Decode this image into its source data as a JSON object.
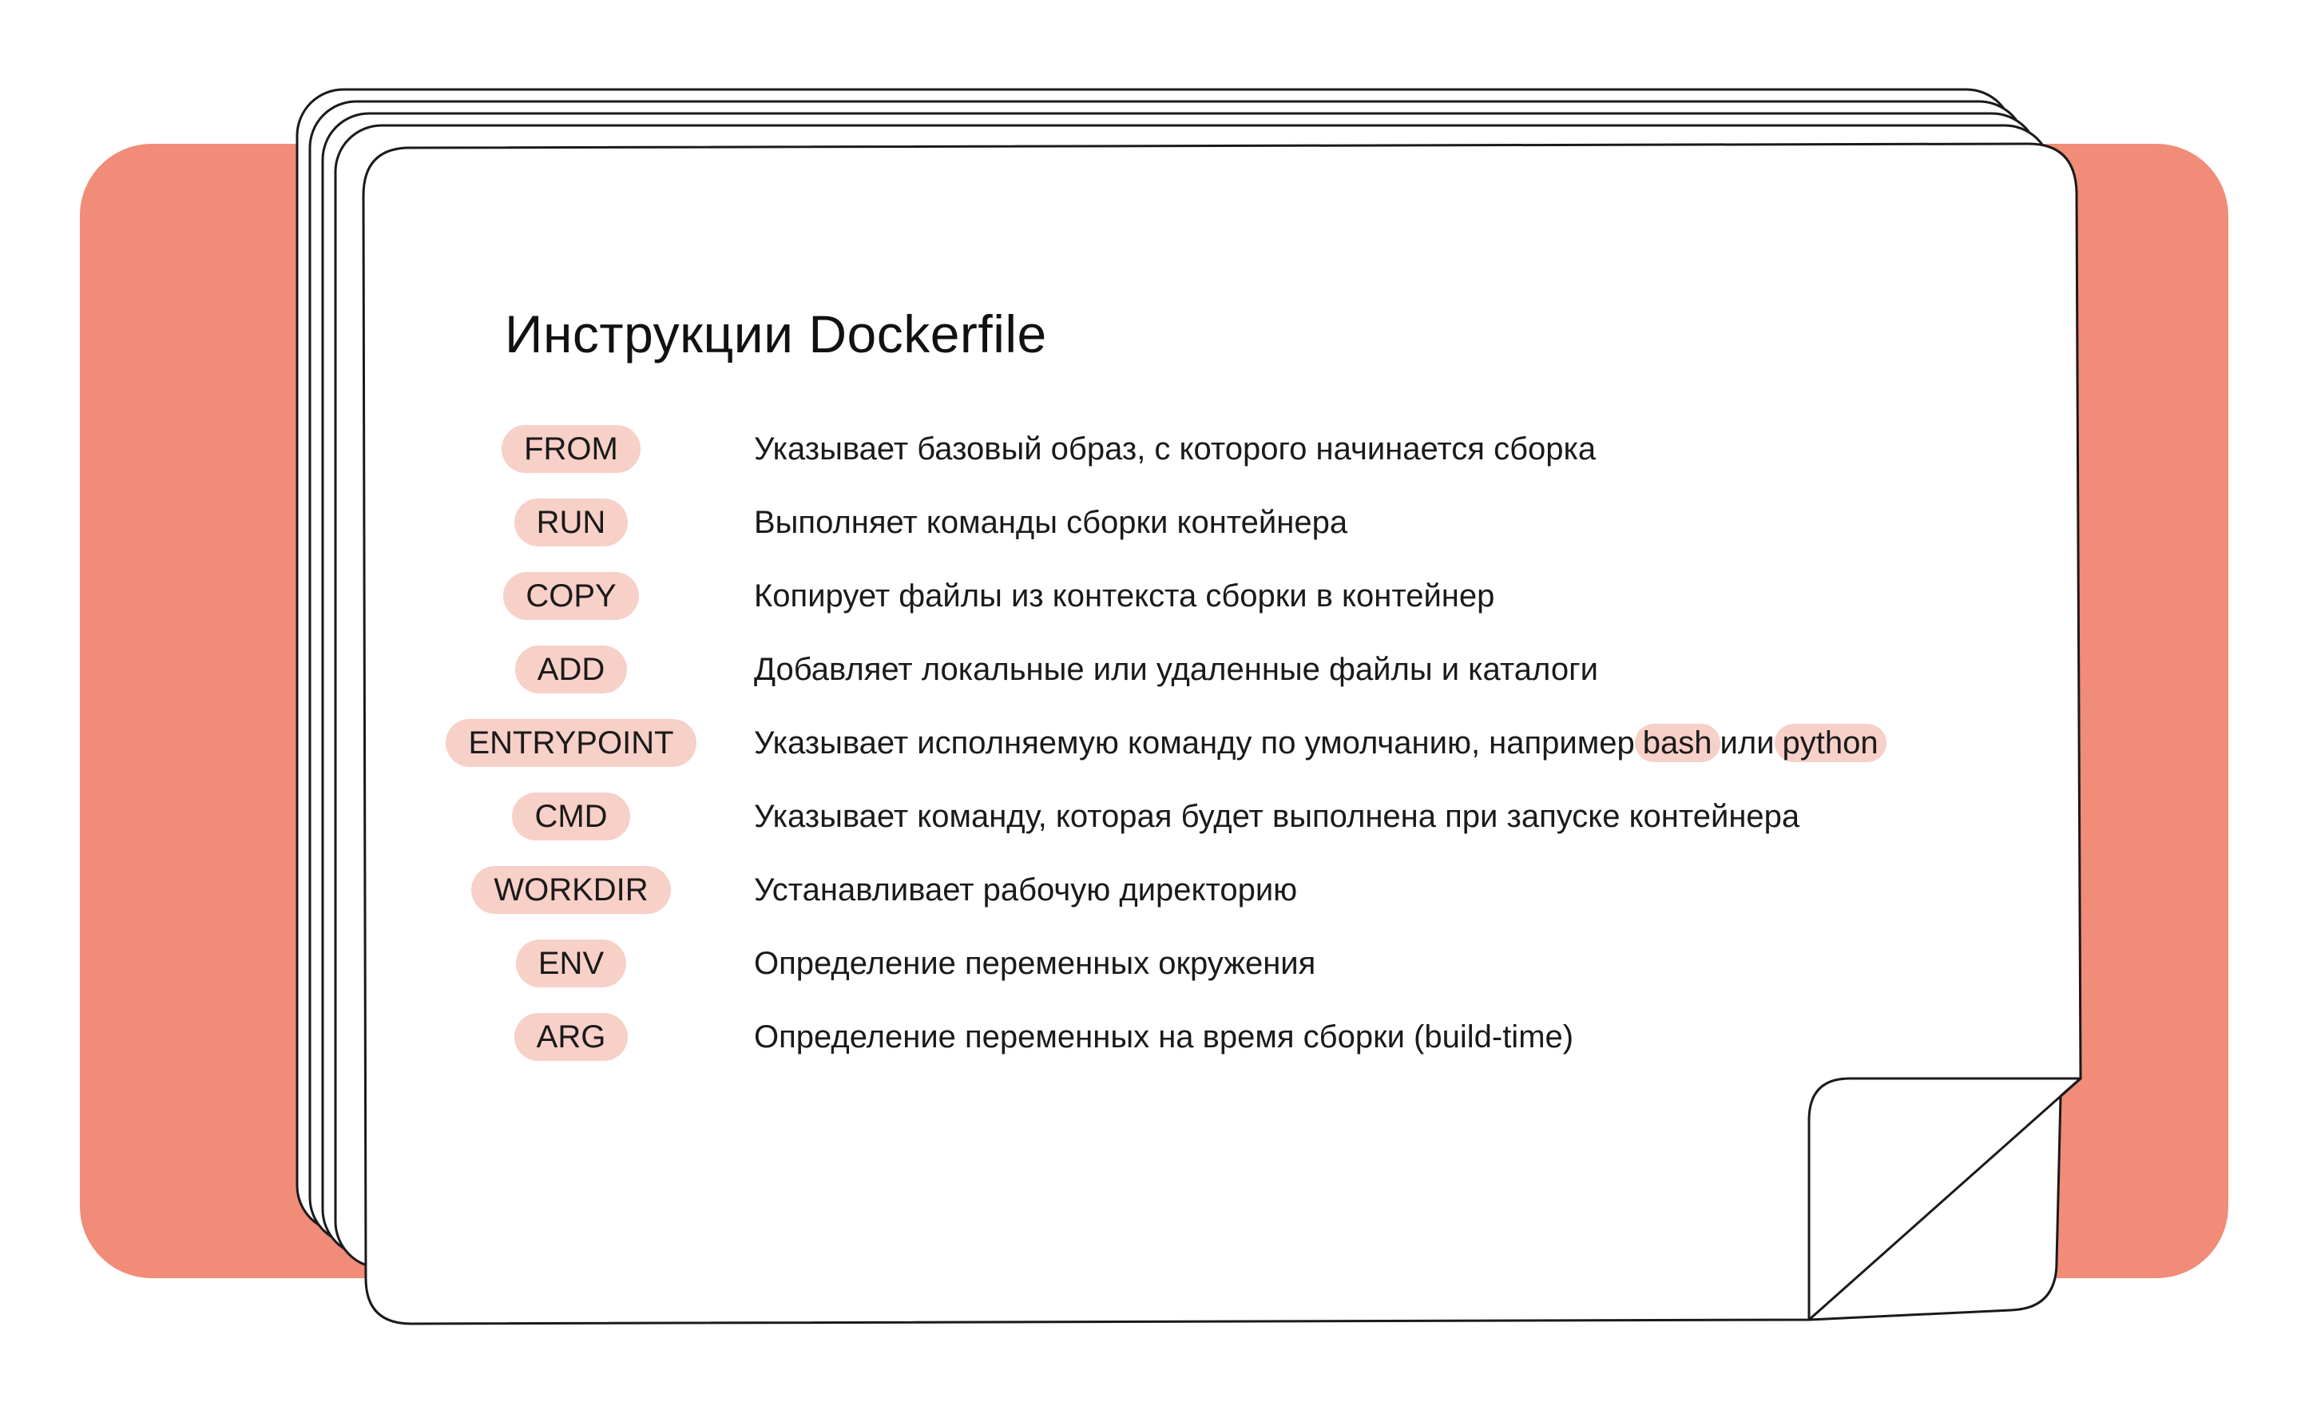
{
  "title": "Инструкции Dockerfile",
  "colors": {
    "backdrop": "#f08c78",
    "tag_fill": "#f7d0c8",
    "paper": "#ffffff",
    "outline": "#1a1a1a"
  },
  "instructions": [
    {
      "tag": "FROM",
      "description": "Указывает базовый образ, с которого начинается сборка"
    },
    {
      "tag": "RUN",
      "description": "Выполняет команды сборки контейнера"
    },
    {
      "tag": "COPY",
      "description": "Копирует файлы из контекста сборки в контейнер"
    },
    {
      "tag": "ADD",
      "description": "Добавляет локальные или удаленные файлы и каталоги"
    },
    {
      "tag": "ENTRYPOINT",
      "description": "Указывает исполняемую команду по умолчанию, например",
      "hl1": "bash",
      "mid": "или",
      "hl2": "python"
    },
    {
      "tag": "CMD",
      "description": "Указывает команду, которая будет выполнена при запуске контейнера"
    },
    {
      "tag": "WORKDIR",
      "description": "Устанавливает рабочую директорию"
    },
    {
      "tag": "ENV",
      "description": "Определение переменных окружения"
    },
    {
      "tag": "ARG",
      "description": "Определение переменных на время сборки (build-time)"
    }
  ]
}
